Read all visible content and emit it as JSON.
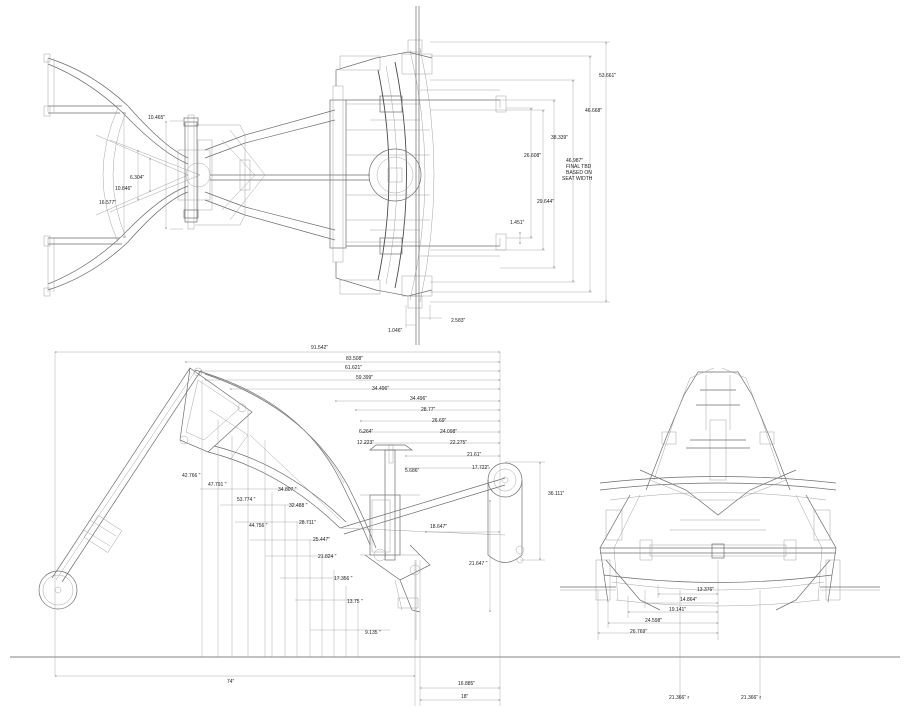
{
  "top_view": {
    "dims": {
      "d53": "53.661\"",
      "d46": "46.668\"",
      "d38": "38.339\"",
      "final_l1": "46.987\"",
      "final_l2": "FINAL TBD",
      "final_l3": "BASED ON",
      "final_l4": "SEAT WIDTH",
      "d26": "26.608\"",
      "d29": "29.644\"",
      "d1451": "1.451\"",
      "d1046": "1.046\"",
      "d2583": "2.583\"",
      "d10465": "10.465\"",
      "d6304": "6.304\"",
      "d10846": "10.846\"",
      "d16577": "16.577\""
    }
  },
  "side_view": {
    "dims": {
      "d91": "91.542\"",
      "d83": "83.508\"",
      "d61": "61.621\"",
      "d59": "59.399\"",
      "d34a": "34.496\"",
      "d34b": "34.496\"",
      "d28": "28.77\"",
      "d26": "26.69\"",
      "d6264": "6.264\"",
      "d24": "24.098\"",
      "d12": "12.223\"",
      "d22": "22.275\"",
      "d21_61": "21.61\"",
      "d5": "5.686\"",
      "d17": "17.722\"",
      "d36": "36.111\"",
      "d42": "42.766 \"",
      "d47": "47.791 \"",
      "d53": "53.774 \"",
      "d34_8": "34.807 \"",
      "d32": "32.488 \"",
      "d44": "44.756 \"",
      "d28_7": "28.711\"",
      "d25": "25.447\"",
      "d21_8": "21.824 \"",
      "d17_3": "17.356 \"",
      "d13": "13.75 \"",
      "d9": "9.135 \"",
      "d18": "18.647\"",
      "d21_64": "21.647 \"",
      "d74": "74\"",
      "d16": "16.885\"",
      "d18b": "18\""
    }
  },
  "front_view": {
    "dims": {
      "d13": "13.376\"",
      "d14": "14.864\"",
      "d19": "19.141\"",
      "d24": "24.598\"",
      "d26": "26.769\"",
      "r1": "21.366\" r",
      "r2": "21.366\" r"
    }
  }
}
